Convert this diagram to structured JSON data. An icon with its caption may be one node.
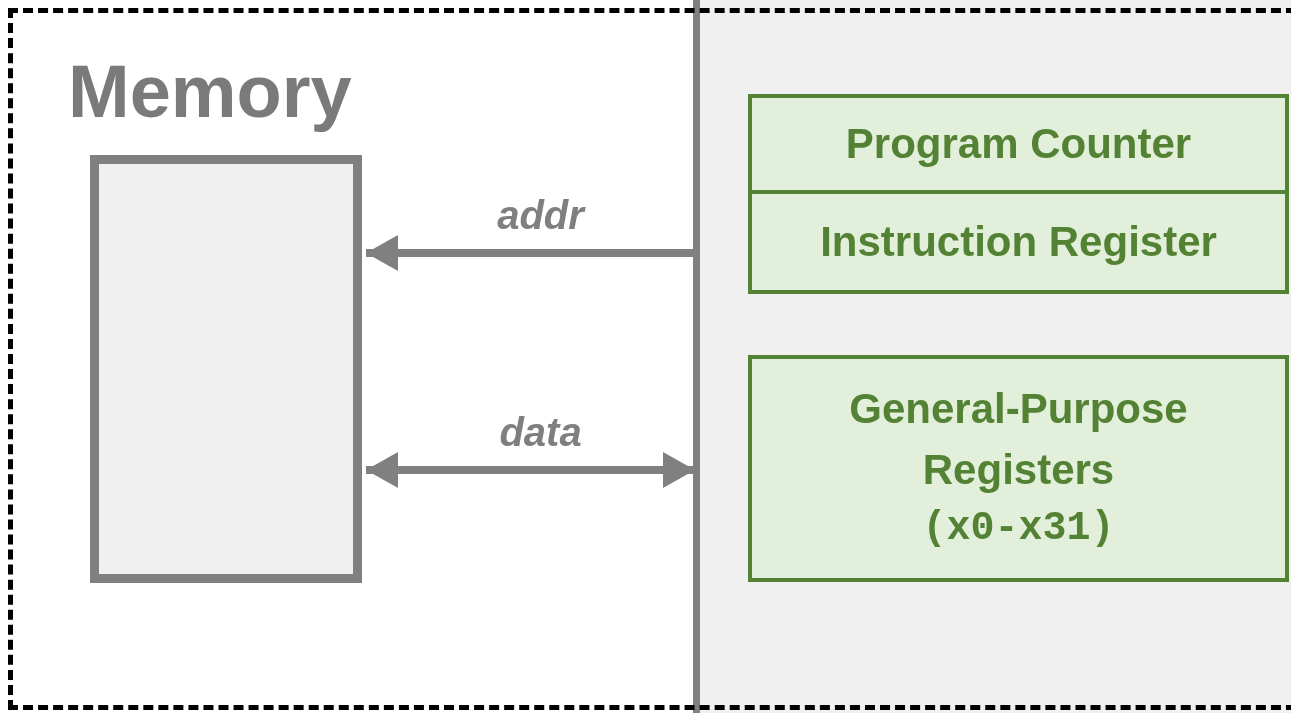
{
  "diagram": {
    "nodes": [
      {
        "text": [
          "Memory"
        ]
      },
      {
        "text": [],
        "shape": "box"
      },
      {
        "text": [
          "Program Counter"
        ],
        "in": 1
      },
      {
        "text": [
          "Instruction Register"
        ],
        "in": 1
      },
      {
        "text": [
          "General-Purpose Registers",
          "(x0-x31)"
        ],
        "in": 1
      }
    ],
    "edges": [
      {
        "from": 1,
        "to": 0,
        "arrow": "to",
        "label": "addr"
      },
      {
        "from": 1,
        "to": 0,
        "arrow": "both",
        "label": "data"
      }
    ]
  }
}
